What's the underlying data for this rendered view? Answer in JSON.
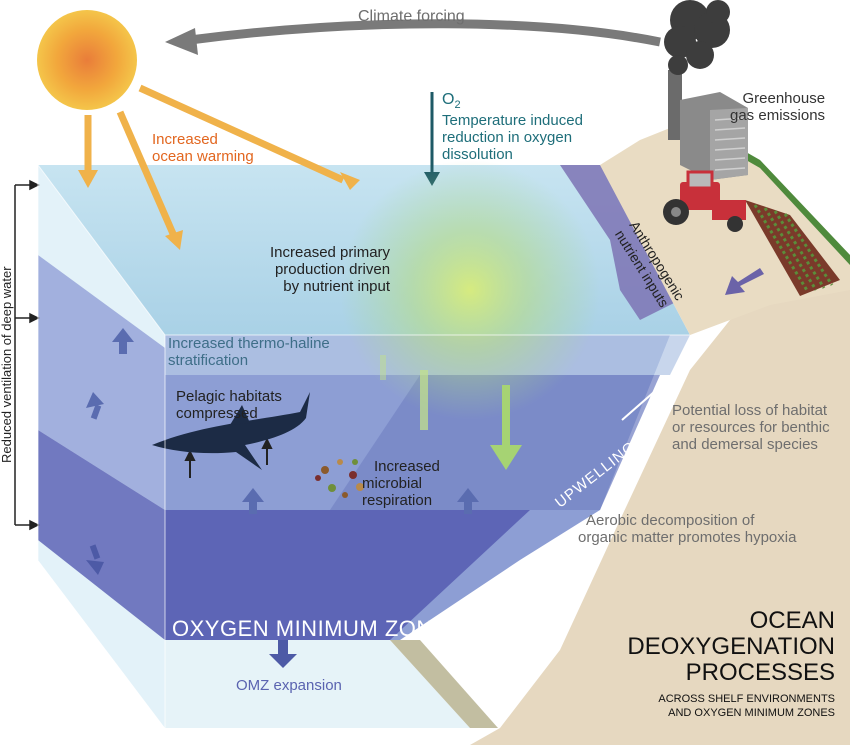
{
  "labels": {
    "climate_forcing": "Climate forcing",
    "ocean_warming": [
      "Increased",
      "ocean warming"
    ],
    "o2_symbol": "O",
    "o2_subscript": "2",
    "temperature_reduction": [
      "Temperature induced",
      "reduction in oxygen",
      "dissolution"
    ],
    "greenhouse": [
      "Greenhouse",
      "gas emissions"
    ],
    "primary_production": [
      "Increased primary",
      "production driven",
      "by nutrient input"
    ],
    "anthropogenic": [
      "Anthropogenic",
      "nutrient inputs"
    ],
    "stratification": [
      "Increased thermo-haline",
      "stratification"
    ],
    "pelagic": [
      "Pelagic habitats",
      "compressed"
    ],
    "microbial": [
      "Increased",
      "microbial",
      "respiration"
    ],
    "upwelling": "UPWELLING",
    "habitat_loss": [
      "Potential loss of habitat",
      "or resources for benthic",
      "and demersal species"
    ],
    "aerobic": [
      "Aerobic decomposition of",
      "organic matter promotes hypoxia"
    ],
    "omz": "OXYGEN MINIMUM ZONE",
    "omz_expansion": "OMZ expansion",
    "ventilation": "Reduced ventilation of deep water",
    "title": [
      "OCEAN",
      "DEOXYGENATION",
      "PROCESSES"
    ],
    "subtitle": [
      "ACROSS SHELF ENVIRONMENTS",
      "AND OXYGEN MINIMUM ZONES"
    ]
  },
  "colors": {
    "sun": "#f2b33d",
    "warming_text": "#e2661f",
    "warming_arrow": "#f0b24a",
    "forcing_arrow": "#7a7a7a",
    "o2_text": "#1e6e7a",
    "surface_water": "#cfe8f3",
    "mid_water": "#8d9ed4",
    "omz_water": "#5d65b6",
    "omz_text": "#ffffff",
    "seabed": "#e6d8c0",
    "land_green": "#4f8a3c",
    "tractor": "#c8303a",
    "dark_text": "#222222",
    "grey_text": "#6e6e6e",
    "upward_arrow": "#5a6cb0",
    "nutrient_arrow": "#6b63a8",
    "plume_arrow": "#a6d373",
    "shark": "#1c2b45"
  },
  "icons": [
    "sun-icon",
    "factory-icon",
    "smoke-icon",
    "tractor-icon",
    "field-icon",
    "shark-icon",
    "microbes-icon"
  ]
}
